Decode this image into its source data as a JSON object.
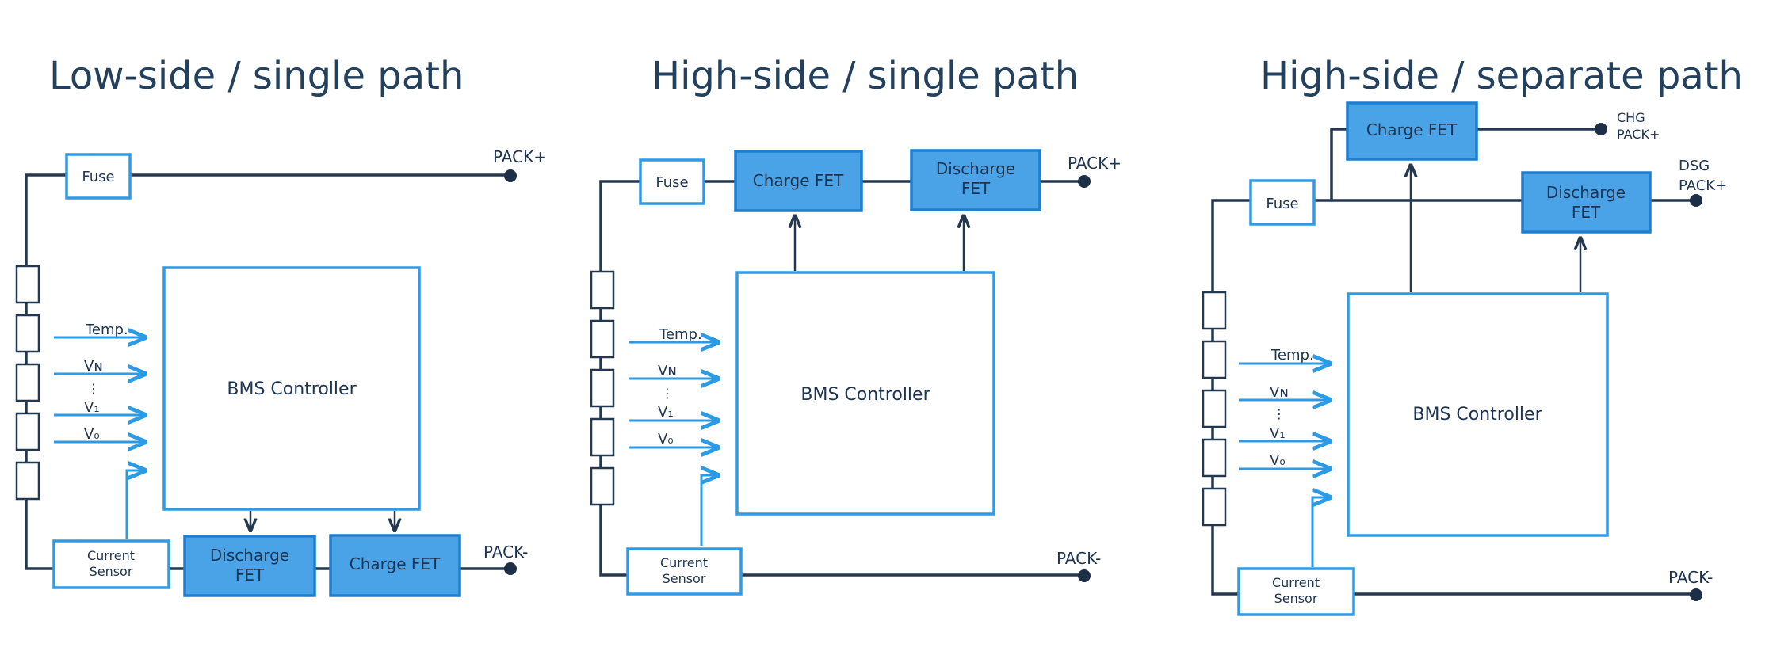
{
  "panels": [
    {
      "title": "Low-side / single path",
      "fuse": "Fuse",
      "pack_pos": "PACK+",
      "pack_neg": "PACK-",
      "controller": "BMS Controller",
      "discharge_fet": [
        "Discharge",
        "FET"
      ],
      "charge_fet": "Charge FET",
      "current_sensor": [
        "Current",
        "Sensor"
      ],
      "inputs": [
        "Temp.",
        "Vɴ",
        "⋮",
        "V₁",
        "V₀"
      ]
    },
    {
      "title": "High-side / single path",
      "fuse": "Fuse",
      "pack_pos": "PACK+",
      "pack_neg": "PACK-",
      "controller": "BMS Controller",
      "charge_fet": "Charge FET",
      "discharge_fet": [
        "Discharge",
        "FET"
      ],
      "current_sensor": [
        "Current",
        "Sensor"
      ],
      "inputs": [
        "Temp.",
        "Vɴ",
        "⋮",
        "V₁",
        "V₀"
      ]
    },
    {
      "title": "High-side / separate path",
      "fuse": "Fuse",
      "chg_label": [
        "CHG",
        "PACK+"
      ],
      "dsg_label": [
        "DSG",
        "PACK+"
      ],
      "pack_neg": "PACK-",
      "controller": "BMS Controller",
      "charge_fet": "Charge FET",
      "discharge_fet": [
        "Discharge",
        "FET"
      ],
      "current_sensor": [
        "Current",
        "Sensor"
      ],
      "inputs": [
        "Temp.",
        "Vɴ",
        "⋮",
        "V₁",
        "V₀"
      ]
    }
  ],
  "colors": {
    "wire": "#24384f",
    "signal": "#2b9be5",
    "fet_fill": "#4aa3e6",
    "title": "#23405c"
  }
}
